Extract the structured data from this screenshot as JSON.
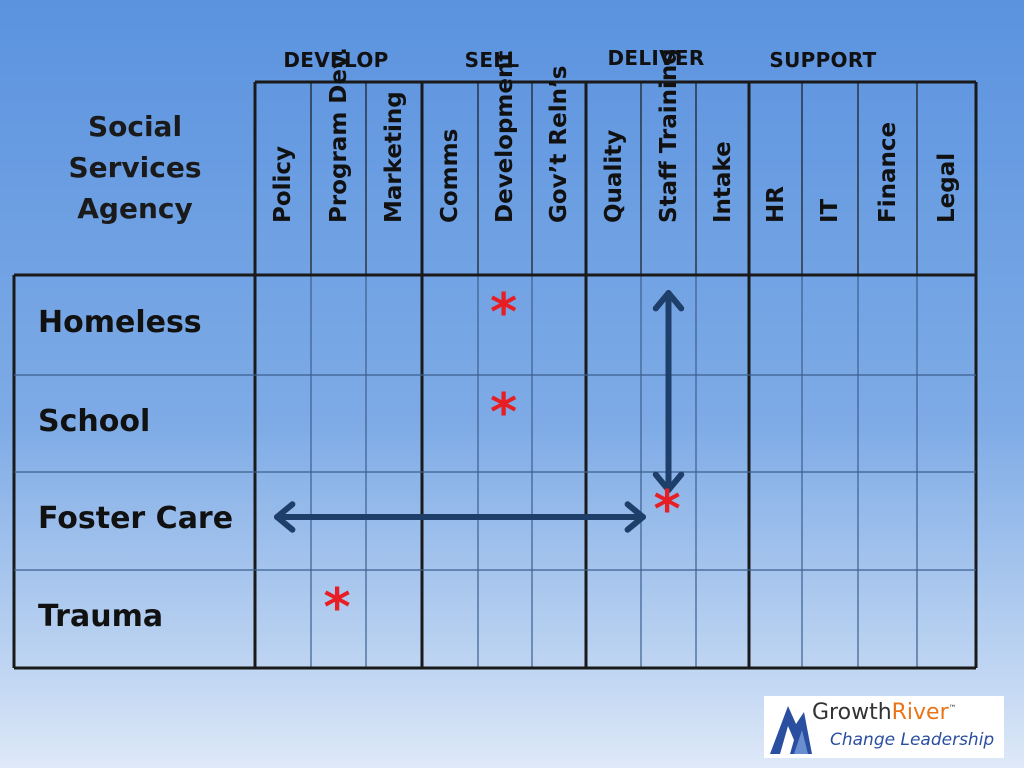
{
  "groups": [
    {
      "label": "DEVELOP"
    },
    {
      "label": "SELL"
    },
    {
      "label": "DELIVER"
    },
    {
      "label": "SUPPORT"
    }
  ],
  "agency": {
    "title": "Social\nServices\nAgency"
  },
  "columns": [
    "Policy",
    "Program Dev.",
    "Marketing",
    "Comms",
    "Development",
    "Gov’t Reln’s",
    "Quality",
    "Staff Training",
    "Intake",
    "HR",
    "IT",
    "Finance",
    "Legal"
  ],
  "rows": [
    "Homeless",
    "School",
    "Foster Care",
    "Trauma"
  ],
  "markers": [
    {
      "symbol": "*",
      "row": 0,
      "col": 4
    },
    {
      "symbol": "*",
      "row": 1,
      "col": 4
    },
    {
      "symbol": "*",
      "row": 2,
      "col": 7
    },
    {
      "symbol": "*",
      "row": 3,
      "col": 1
    }
  ],
  "arrows": [
    {
      "name": "horizontal-arrow",
      "from": {
        "row": 2,
        "col": 0
      },
      "to": {
        "row": 2,
        "col": 6
      }
    },
    {
      "name": "vertical-arrow",
      "from": {
        "row": 0,
        "col": 7
      },
      "to": {
        "row": 2,
        "col": 7
      }
    }
  ],
  "colors": {
    "grid": "#1a1a1a",
    "arrow": "#1f3f6b",
    "marker": "#e81e25",
    "logo_accent": "#e8751a",
    "logo_blue": "#2b4fa0"
  },
  "logo": {
    "word_a": "Growth",
    "word_b": "River",
    "tm": "™",
    "tagline": "Change Leadership"
  }
}
